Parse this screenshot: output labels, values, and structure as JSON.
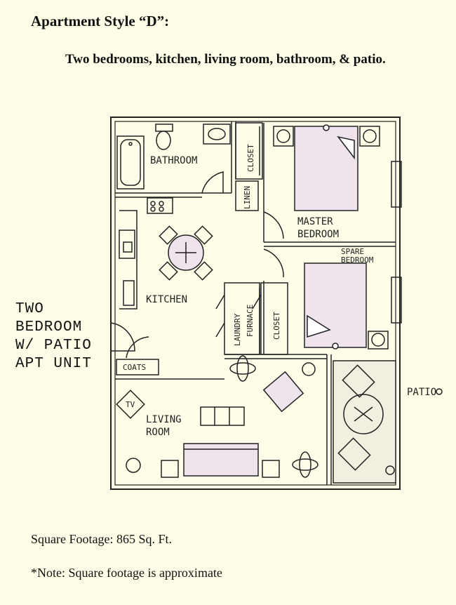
{
  "header": {
    "title": "Apartment Style “D”:",
    "subtitle": "Two bedrooms, kitchen, living room, bathroom, & patio."
  },
  "side_label": {
    "lines": [
      "TWO",
      "BEDROOM",
      "W/ PATIO",
      "APT UNIT"
    ]
  },
  "rooms": {
    "bathroom": "BATHROOM",
    "closet_top": "CLOSET",
    "linen": "LINEN",
    "master_line1": "MASTER",
    "master_line2": "BEDROOM",
    "spare_line1": "SPARE",
    "spare_line2": "BEDROOM",
    "kitchen": "KITCHEN",
    "laundry": "LAUNDRY",
    "furnace": "FURNACE",
    "closet_mid": "CLOSET",
    "coats": "COATS",
    "tv": "TV",
    "living_line1": "LIVING",
    "living_line2": "ROOM",
    "patio": "PATIO"
  },
  "footer": {
    "square_footage": "Square Footage: 865 Sq. Ft.",
    "note": "*Note: Square footage is approximate"
  },
  "colors": {
    "background": "#fdfde8",
    "wall": "#222222",
    "bed_fill": "#efe3ee",
    "patio_fill": "#f1efdf"
  }
}
